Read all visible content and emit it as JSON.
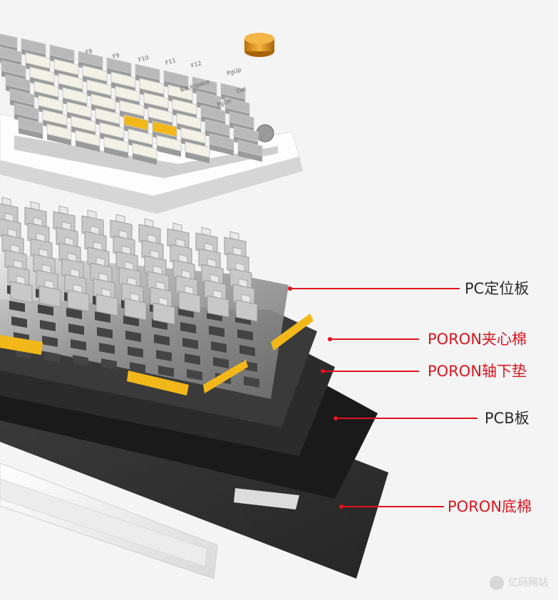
{
  "layers": [
    {
      "label": "PC定位板",
      "color": "#2a2a2a",
      "style": "dark"
    },
    {
      "label": "PORON夹心棉",
      "color": "#e0141e",
      "style": "red"
    },
    {
      "label": "PORON轴下垫",
      "color": "#e0141e",
      "style": "red"
    },
    {
      "label": "PCB板",
      "color": "#2a2a2a",
      "style": "dark"
    },
    {
      "label": "PORON底棉",
      "color": "#e0141e",
      "style": "red"
    }
  ],
  "keycaps": {
    "backspace": "Backspace",
    "pgup": "PgUp",
    "del": "Del",
    "pgdn": "PgDn",
    "f_keys": [
      "F8",
      "F9",
      "F10",
      "F11",
      "F12"
    ]
  },
  "watermark": {
    "text": "亿码网站"
  },
  "colors": {
    "accent_red": "#e0141e",
    "keycap_yellow": "#f2b81a",
    "plate_dark": "#1c1c1c"
  }
}
